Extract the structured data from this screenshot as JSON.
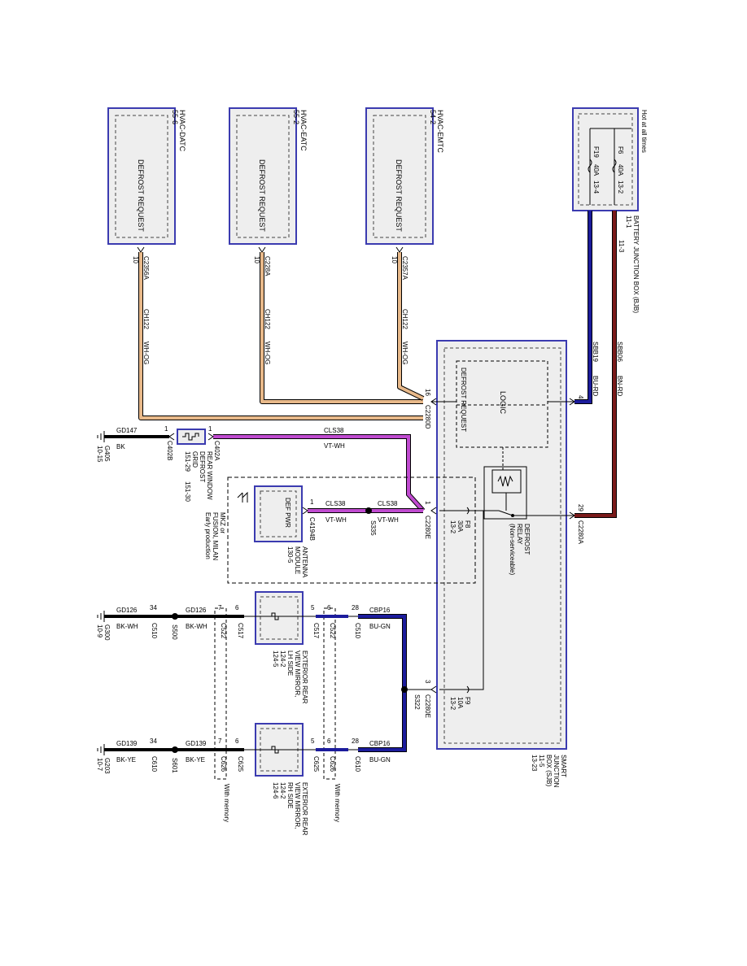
{
  "bjb": {
    "hot_label": "Hot at all times",
    "f6": "F6",
    "f6_rating": "40A",
    "f6_page": "13-2",
    "f19": "F19",
    "f19_rating": "40A",
    "f19_page": "13-4",
    "title": "BATTERY JUNCTION BOX (BJB)",
    "page_a": "11-1",
    "page_b": "11-3"
  },
  "hvac": [
    {
      "name": "HVAC-DATC",
      "page": "55-6",
      "function": "DEFROST REQUEST",
      "connector": "C2356A",
      "pin": "10",
      "circuit": "CH122",
      "color": "WH-OG"
    },
    {
      "name": "HVAC-EATC",
      "page": "55-2",
      "function": "DEFROST REQUEST",
      "connector": "C228A",
      "pin": "10",
      "circuit": "CH122",
      "color": "WH-OG"
    },
    {
      "name": "HVAC-EMTC",
      "page": "54-2",
      "function": "DEFROST REQUEST",
      "connector": "C2357A",
      "pin": "10",
      "circuit": "CH122",
      "color": "WH-OG"
    }
  ],
  "bjb_wires": {
    "sbb06": "SBB06",
    "sbb06_color": "BN-RD",
    "sbb19": "SBB19",
    "sbb19_color": "BU-RD"
  },
  "sjb": {
    "logic": "LOGIC",
    "defrost_request": "DEFROST REQUEST",
    "relay_name": "DEFROST",
    "relay_name2": "RELAY",
    "relay_note": "(Non-serviceable)",
    "pin4": "4",
    "c2280a_pin": "29",
    "c2280a": "C2280A",
    "pin16": "16",
    "c2280d": "C2280D",
    "pin1": "1",
    "c2280e_top": "C2280E",
    "f8": "F8",
    "f8_rating": "30A",
    "f8_page": "13-2",
    "f9": "F9",
    "f9_rating": "10A",
    "f9_page": "13-2",
    "pin3": "3",
    "c2280e_bot": "C2280E",
    "title1": "SMART",
    "title2": "JUNCTION",
    "title3": "BOX (SJB)",
    "page1": "11-5",
    "page2": "13-23"
  },
  "rear_window": {
    "gd147": "GD147",
    "bk": "BK",
    "g405": "G405",
    "g405_page": "10-15",
    "pin1": "1",
    "c402b": "C402B",
    "pin1b": "1",
    "c402a": "C402A",
    "title1": "REAR WINDOW",
    "title2": "DEFROST",
    "title3": "GRID",
    "page1": "151-29",
    "page2": "151-30",
    "cls38": "CLS38",
    "vtwh": "VT-WH"
  },
  "antenna": {
    "def_pwr": "DEF PWR",
    "pin1": "1",
    "c4194b": "C4194B",
    "cls38_a": "CLS38",
    "vtwh_a": "VT-WH",
    "cls38_b": "CLS38",
    "vtwh_b": "VT-WH",
    "s335": "S335",
    "title1": "ANTENNA",
    "title2": "MODULE",
    "page": "130-5",
    "note1": "MKZ or",
    "note2": "FUSION, MILAN",
    "note3": "Early production"
  },
  "mirror_lh": {
    "gd126_a": "GD126",
    "bkwh_a": "BK-WH",
    "pin34": "34",
    "c510": "C510",
    "g300": "G300",
    "g300_page": "10-9",
    "gd126_b": "GD126",
    "bkwh_b": "BK-WH",
    "s500": "S500",
    "pin7": "7",
    "c522": "C522",
    "pin6": "6",
    "c517": "C517",
    "pin5": "5",
    "c517b": "C517",
    "pin6b": "6",
    "c522b": "C522",
    "pin28": "28",
    "c510b": "C510",
    "cbp16": "CBP16",
    "bugn": "BU-GN",
    "title1": "EXTERIOR REAR",
    "title2": "VIEW MIRROR,",
    "title3": "LH SIDE",
    "page1": "124-2",
    "page2": "124-5"
  },
  "mirror_rh": {
    "gd139_a": "GD139",
    "bkye_a": "BK-YE",
    "pin34": "34",
    "c610": "C610",
    "g203": "G203",
    "g203_page": "10-7",
    "gd139_b": "GD139",
    "bkye_b": "BK-YE",
    "s601": "S601",
    "pin7": "7",
    "c626": "C626",
    "pin6": "6",
    "c625": "C625",
    "pin5": "5",
    "c625b": "C625",
    "pin6b": "6",
    "c626b": "C626",
    "pin28": "28",
    "c610b": "C610",
    "cbp16": "CBP16",
    "bugn": "BU-GN",
    "title1": "EXTERIOR REAR",
    "title2": "VIEW MIRROR,",
    "title3": "RH SIDE",
    "page1": "124-2",
    "page2": "124-6",
    "with_memory_a": "With memory",
    "with_memory_b": "With memory"
  },
  "s322": "S322",
  "colors": {
    "module_fill": "#eeeeee",
    "module_border": "#3b3bb0",
    "wire_wh_og": "#e8b98a",
    "wire_bu_rd": "#1c1c9c",
    "wire_bn_rd": "#7a1a1a",
    "wire_vt_wh": "#c04bd0",
    "wire_bu_gn": "#1c1c9c",
    "wire_bk": "#000000"
  }
}
